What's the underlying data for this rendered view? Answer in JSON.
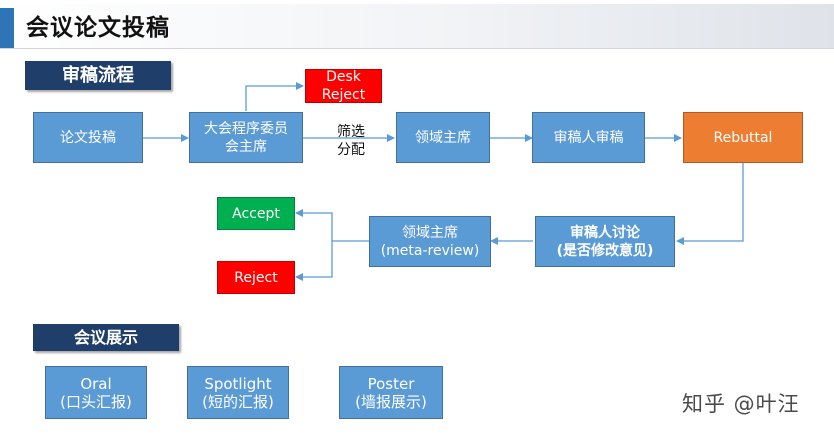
{
  "title": "会议论文投稿",
  "sections": {
    "review_process": "审稿流程",
    "presentation": "会议展示"
  },
  "nodes": {
    "submission": "论文投稿",
    "pc_chair": "大会程序委员\n会主席",
    "desk_reject": "Desk\nReject",
    "area_chair": "领域主席",
    "reviewer": "审稿人审稿",
    "rebuttal": "Rebuttal",
    "discussion": "审稿人讨论\n(是否修改意见)",
    "meta_review": "领域主席\n(meta-review)",
    "accept": "Accept",
    "reject": "Reject"
  },
  "edge_labels": {
    "screen_assign": "筛选\n分配"
  },
  "presentation_types": [
    {
      "label": "Oral\n(口头汇报)"
    },
    {
      "label": "Spotlight\n(短的汇报)"
    },
    {
      "label": "Poster\n(墙报展示)"
    }
  ],
  "watermark": "知乎 @叶汪",
  "colors": {
    "node_blue": "#5b9bd5",
    "rebuttal_orange": "#ed7d31",
    "accept_green": "#00b050",
    "reject_red": "#ff0000",
    "section_navy": "#1f3f6a",
    "title_accent": "#2e75b6"
  }
}
